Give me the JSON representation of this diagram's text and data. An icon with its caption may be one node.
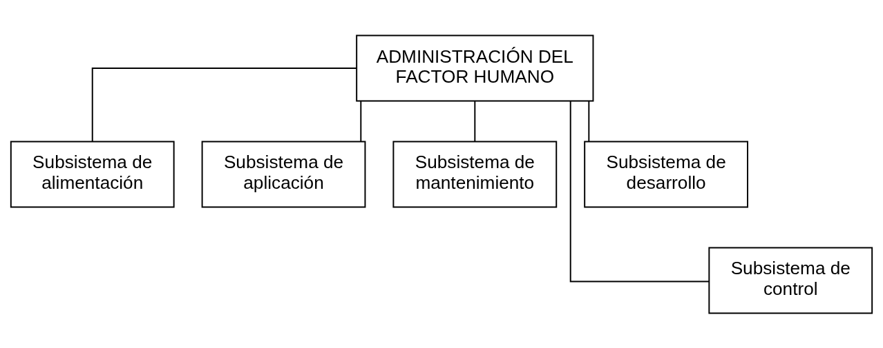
{
  "diagram": {
    "nodes": [
      {
        "text": [
          "ADMINISTRACIÓN DEL FACTOR HUMANO"
        ]
      },
      {
        "text": [
          "Subsistema de alimentación"
        ]
      },
      {
        "text": [
          "Subsistema de aplicación"
        ]
      },
      {
        "text": [
          "Subsistema de mantenimiento"
        ]
      },
      {
        "text": [
          "Subsistema de desarrollo"
        ]
      },
      {
        "text": [
          "Subsistema de control"
        ]
      }
    ],
    "edges": [
      {
        "from": 0,
        "to": 1,
        "arrow": "none"
      },
      {
        "from": 0,
        "to": 2,
        "arrow": "none"
      },
      {
        "from": 0,
        "to": 5,
        "arrow": "none"
      },
      {
        "from": 0,
        "to": 3,
        "arrow": "none"
      },
      {
        "from": 0,
        "to": 4,
        "arrow": "none"
      }
    ]
  }
}
